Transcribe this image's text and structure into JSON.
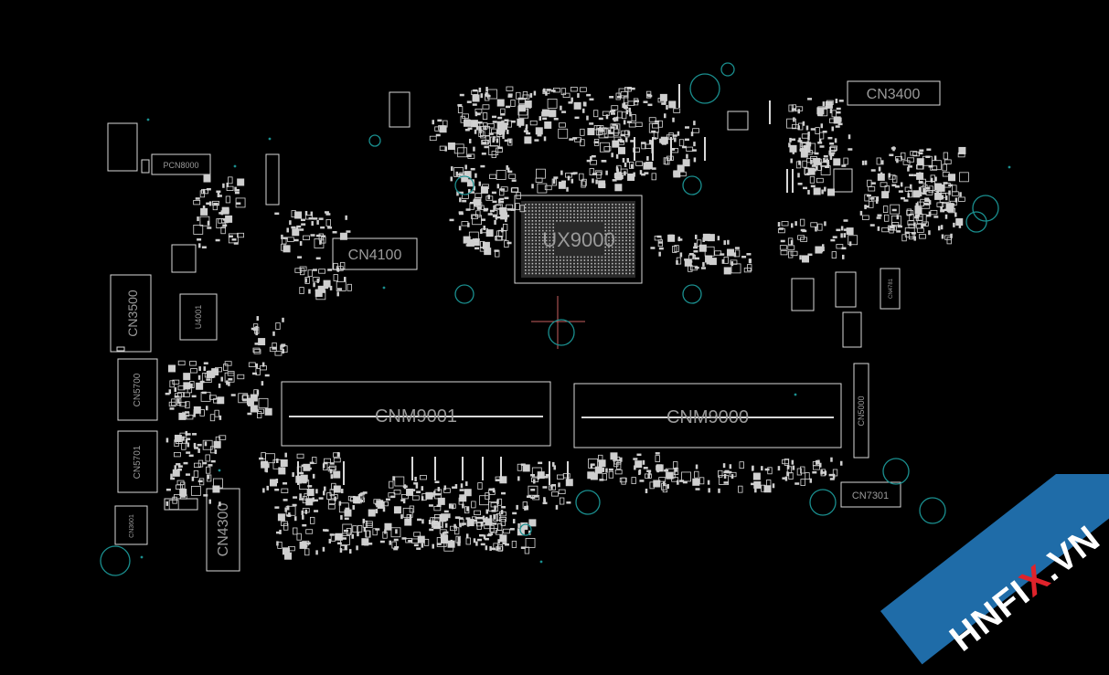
{
  "board": {
    "chip_main": "UX9000",
    "dimm_left": "CNM9001",
    "dimm_right": "CNM9000",
    "connectors": {
      "cn3400": "CN3400",
      "cn4100": "CN4100",
      "cn3500": "CN3500",
      "cn5700": "CN5700",
      "cn5701": "CN5701",
      "cn4300": "CN4300",
      "cn7301": "CN7301",
      "cn5000": "CN5000",
      "pcn8000": "PCN8000",
      "u4001": "U4001",
      "cn3601": "CN3601",
      "cn4781": "CN4781"
    }
  },
  "watermark": {
    "pre": "HNFI",
    "x": "X",
    "post": ".VN"
  },
  "colors": {
    "background": "#000000",
    "outline": "#d8d8d8",
    "via": "#1a8f8f",
    "watermark_band": "#1f6ca8",
    "watermark_x": "#e0232b"
  }
}
